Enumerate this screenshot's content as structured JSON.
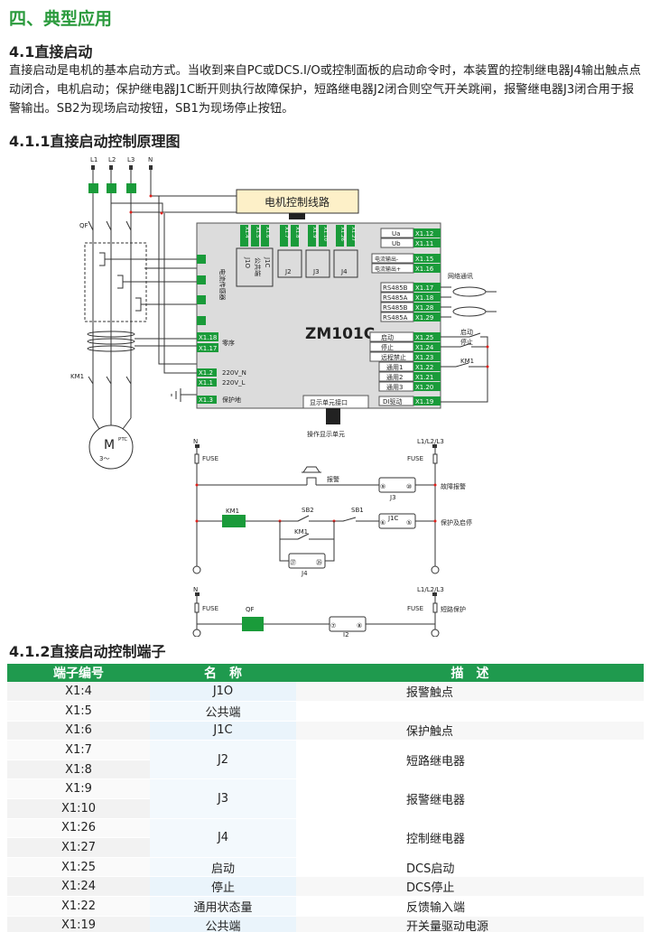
{
  "section_title": "四、典型应用",
  "h_4_1": "4.1直接启动",
  "paragraph": "直接启动是电机的基本启动方式。当收到来自PC或DCS.I/O或控制面板的启动命令时，本装置的控制继电器J4输出触点点动闭合，电机启动；保护继电器J1C断开则执行故障保护，短路继电器J2闭合则空气开关跳闸，报警继电器J3闭合用于报警输出。SB2为现场启动按钮，SB1为现场停止按钮。",
  "h_4_1_1": "4.1.1直接启动控制原理图",
  "h_4_1_2": "4.1.2直接启动控制端子",
  "diagram": {
    "phases": [
      "L1",
      "L2",
      "L3",
      "N"
    ],
    "motor_circuit_label": "电机控制线路",
    "qf": "QF",
    "km1": "KM1",
    "motor_m": "M",
    "motor_sub": "3～",
    "ptc": "PTC",
    "device_name": "ZM101C",
    "ct_label": "电流传感器",
    "relay_terms": [
      "X1.4",
      "X1.5",
      "X1.6",
      "X1.7",
      "X1.8",
      "X1.9",
      "X1.10",
      "X1.26",
      "X1.27"
    ],
    "j1o": "J1O",
    "common": "公共端",
    "j1c": "J1C",
    "j2": "J2",
    "j3": "J3",
    "j4": "J4",
    "left_terms": {
      "t18": "X1.18",
      "t17": "X1.17",
      "zero_seq": "零序",
      "t2": "X1.2",
      "v220n": "220V_N",
      "t1": "X1.1",
      "v220l": "220V_L",
      "t3": "X1.3",
      "pe": "保护地"
    },
    "right_top": [
      {
        "label": "Ua",
        "term": "X1.12"
      },
      {
        "label": "Ub",
        "term": "X1.11"
      }
    ],
    "right_current": [
      {
        "label": "电流输出-",
        "term": "X1.15"
      },
      {
        "label": "电流输出+",
        "term": "X1.16"
      }
    ],
    "rs485": [
      {
        "label": "RS485B",
        "term": "X1.17"
      },
      {
        "label": "RS485A",
        "term": "X1.18"
      },
      {
        "label": "RS485B",
        "term": "X1.28"
      },
      {
        "label": "RS485A",
        "term": "X1.29"
      }
    ],
    "network": "网络通讯",
    "di": [
      {
        "label": "启动",
        "term": "X1.25"
      },
      {
        "label": "停止",
        "term": "X1.24"
      },
      {
        "label": "远程禁止",
        "term": "X1.23"
      },
      {
        "label": "通用1",
        "term": "X1.22"
      },
      {
        "label": "通用2",
        "term": "X1.21"
      },
      {
        "label": "通用3",
        "term": "X1.20"
      }
    ],
    "di_drive": {
      "label": "DI驱动",
      "term": "X1.19"
    },
    "ext_start": "启动",
    "ext_stop": "停止",
    "ext_km1": "KM1",
    "display_port": "显示单元接口",
    "display_unit": "操作显示单元",
    "n": "N",
    "l123": "L1/L2/L3",
    "fuse": "FUSE",
    "alarm": "报警",
    "fault_alarm": "故障报警",
    "protect_stop": "保护及启停",
    "short_protect": "短路保护",
    "sb1": "SB1",
    "sb2": "SB2",
    "pin9": "⑨",
    "pin10": "⑩",
    "pin6": "⑥",
    "pin5": "⑤",
    "pin27": "㉗",
    "pin26": "㉖",
    "pin7": "⑦",
    "pin8": "⑧"
  },
  "table": {
    "headers": [
      "端子编号",
      "名　称",
      "描　述"
    ],
    "rows": [
      {
        "term": "X1:4",
        "name": "J1O",
        "desc": "报警触点"
      },
      {
        "term": "X1:5",
        "name": "公共端",
        "desc": ""
      },
      {
        "term": "X1:6",
        "name": "J1C",
        "desc": "保护触点"
      },
      {
        "term": "X1:7",
        "name": "J2",
        "desc": "短路继电器",
        "span": 2
      },
      {
        "term": "X1:8"
      },
      {
        "term": "X1:9",
        "name": "J3",
        "desc": "报警继电器",
        "span": 2
      },
      {
        "term": "X1:10"
      },
      {
        "term": "X1:26",
        "name": "J4",
        "desc": "控制继电器",
        "span": 2
      },
      {
        "term": "X1:27"
      },
      {
        "term": "X1:25",
        "name": "启动",
        "desc": "DCS启动"
      },
      {
        "term": "X1:24",
        "name": "停止",
        "desc": "DCS停止"
      },
      {
        "term": "X1:22",
        "name": "通用状态量",
        "desc": "反馈输入端"
      },
      {
        "term": "X1:19",
        "name": "公共端",
        "desc": "开关量驱动电源"
      }
    ]
  },
  "colors": {
    "accent": "#2a9a3c",
    "terminal": "#1a9b3a",
    "header_bg": "#1f9a4e",
    "device_bg": "#dcdcdc",
    "wire_red": "#e0201a"
  }
}
